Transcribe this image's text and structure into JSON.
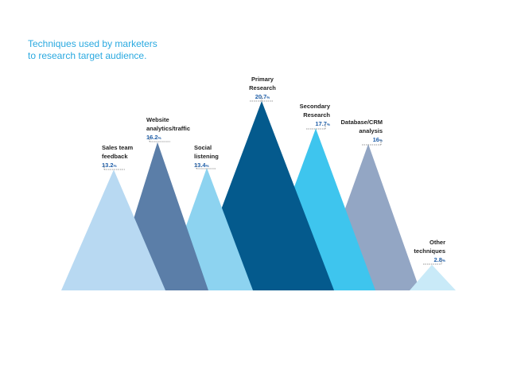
{
  "chart_data": {
    "type": "bar",
    "subtype": "triangle-mountain",
    "title": "Techniques used by marketers to research target audience.",
    "title_lines": [
      "Techniques used by marketers",
      "to research target audience."
    ],
    "unit": "%",
    "categories": [
      "Sales team feedback",
      "Website analytics/traffic",
      "Social listening",
      "Primary Research",
      "Secondary Research",
      "Database/CRM analysis",
      "Other techniques"
    ],
    "label_lines": [
      [
        "Sales team",
        "feedback"
      ],
      [
        "Website",
        "analytics/traffic"
      ],
      [
        "Social",
        "listening"
      ],
      [
        "Primary",
        "Research"
      ],
      [
        "Secondary",
        "Research"
      ],
      [
        "Database/CRM",
        "analysis"
      ],
      [
        "Other",
        "techniques"
      ]
    ],
    "values": [
      13.2,
      16.2,
      13.4,
      20.7,
      17.7,
      16,
      2.8
    ],
    "value_labels": [
      "13.2",
      "16.2",
      "13.4",
      "20.7",
      "17.7",
      "16",
      "2.8"
    ],
    "colors": [
      "#b8d9f2",
      "#5b7ea8",
      "#8dd3f0",
      "#045a8d",
      "#3ec5ee",
      "#93a6c4",
      "#c9eaf8"
    ],
    "label_color": "#222222",
    "value_color": "#1f5ea8",
    "legend": "none",
    "grid": false
  }
}
